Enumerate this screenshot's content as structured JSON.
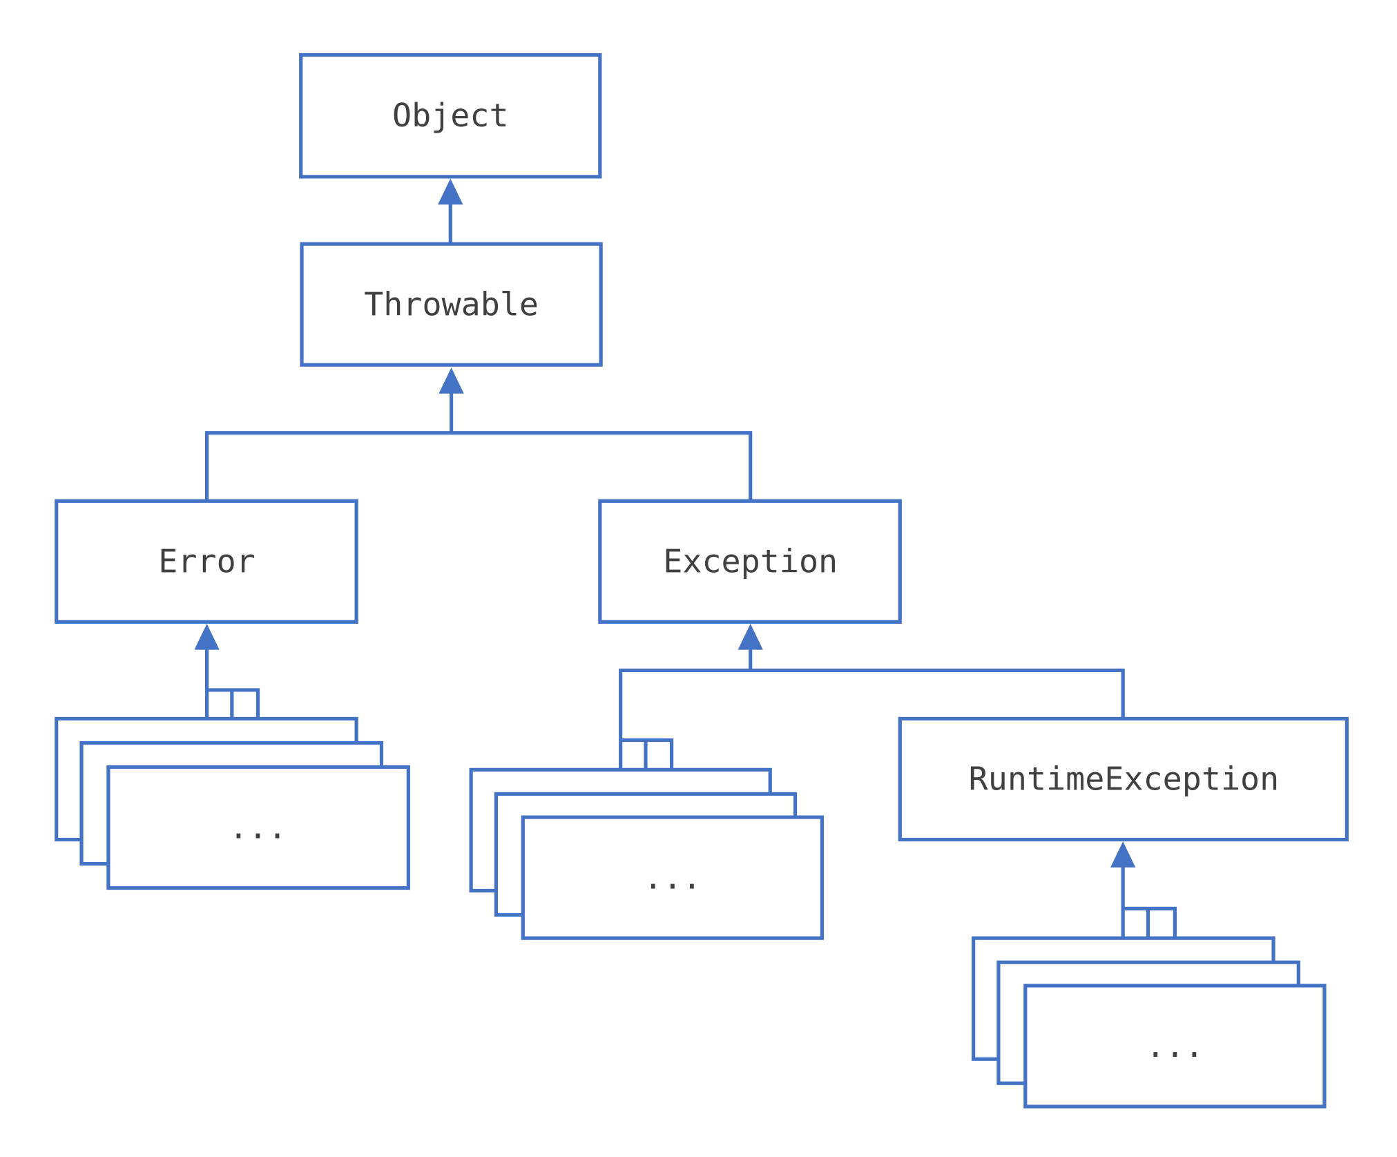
{
  "diagram": {
    "stroke_color": "#4472C4",
    "text_color": "#404040",
    "nodes": {
      "object": "Object",
      "throwable": "Throwable",
      "error": "Error",
      "exception": "Exception",
      "runtime_exception": "RuntimeException",
      "error_subclasses": "...",
      "exception_subclasses": "...",
      "runtime_subclasses": "..."
    },
    "edges": [
      {
        "from": "Throwable",
        "to": "Object"
      },
      {
        "from": "Error",
        "to": "Throwable"
      },
      {
        "from": "Exception",
        "to": "Throwable"
      },
      {
        "from": "...",
        "to": "Error"
      },
      {
        "from": "...",
        "to": "Exception"
      },
      {
        "from": "RuntimeException",
        "to": "Exception"
      },
      {
        "from": "...",
        "to": "RuntimeException"
      }
    ]
  }
}
